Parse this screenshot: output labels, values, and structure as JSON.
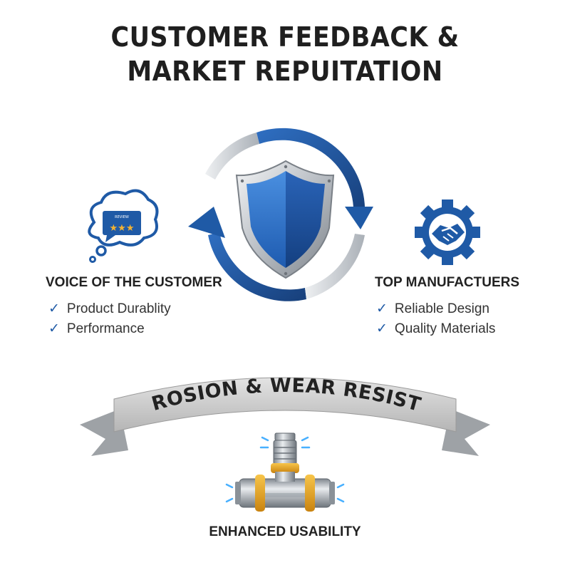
{
  "title": {
    "line1": "CUSTOMER FEEDBACK &",
    "line2": "MARKET REPUITATION"
  },
  "left": {
    "heading": "VOICE OF THE CUSTOMER",
    "items": [
      "Product Durablity",
      "Performance"
    ],
    "icon": "thought-bubble-rating-icon",
    "bubble_text": "REVIEW"
  },
  "right": {
    "heading": "TOP MANUFACTUERS",
    "items": [
      "Reliable Design",
      "Quality Materials"
    ],
    "icon": "gear-handshake-icon"
  },
  "center": {
    "icon": "shield-icon"
  },
  "ribbon": {
    "text": "CORROSION & WEAR RESISTANT"
  },
  "bottom": {
    "label": "ENHANCED USABILITY",
    "icon": "pipe-tee-fitting-icon"
  },
  "check_mark": "✓",
  "colors": {
    "primary_blue": "#1f5aa6",
    "dark_blue": "#173f7a",
    "light_blue": "#3b7fd0",
    "silver": "#bfc3c8",
    "ribbon_gray": "#c9c9c9",
    "brass": "#e6a21a"
  }
}
